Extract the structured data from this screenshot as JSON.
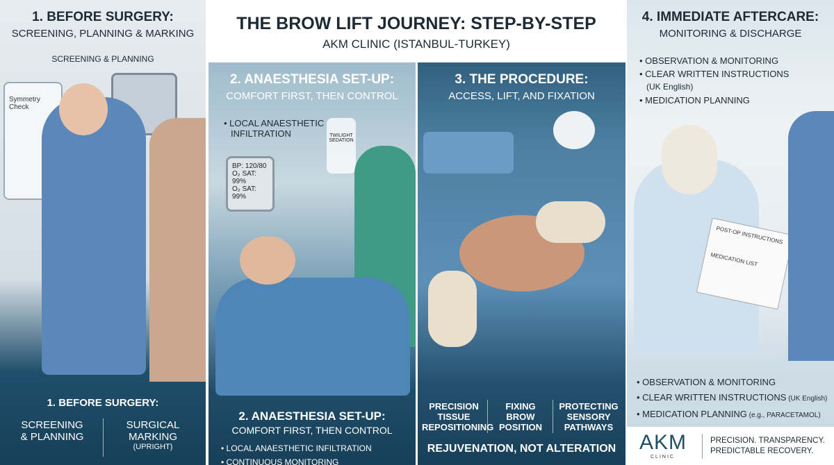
{
  "header": {
    "title": "THE BROW LIFT JOURNEY: STEP-BY-STEP",
    "subtitle": "AKM CLINIC (ISTANBUL-TURKEY)"
  },
  "panel1": {
    "title": "1. BEFORE SURGERY:",
    "subtitle": "SCREENING, PLANNING & MARKING",
    "caption": "SCREENING & PLANNING",
    "clipboard": "Symmetry Check",
    "bottom_title": "1. BEFORE SURGERY:",
    "col1": [
      "SCREENING",
      "& PLANNING"
    ],
    "col2": [
      "SURGICAL",
      "MARKING"
    ],
    "col2_note": "(UPRIGHT)"
  },
  "panel2": {
    "title": "2. ANAESTHESIA SET-UP:",
    "subtitle": "COMFORT FIRST, THEN CONTROL",
    "note": [
      "• LOCAL ANAESTHETIC",
      "INFILTRATION"
    ],
    "monitor": [
      "BP: 120/80",
      "O₂ SAT: 99%",
      "O₂ SAT: 99%"
    ],
    "bag": [
      "TWILIGHT",
      "SEDATION"
    ],
    "bottom_title": "2. ANAESTHESIA SET-UP:",
    "bottom_subtitle": "COMFORT FIRST, THEN CONTROL",
    "bullets": [
      "• LOCAL ANAESTHETIC INFILTRATION",
      "• CONTINUOUS MONITORING"
    ]
  },
  "panel3": {
    "title": "3. THE PROCEDURE:",
    "subtitle": "ACCESS, LIFT, AND FIXATION",
    "cols": [
      [
        "PRECISION",
        "TISSUE",
        "REPOSITIONING"
      ],
      [
        "FIXING",
        "BROW",
        "POSITION"
      ],
      [
        "PROTECTING",
        "SENSORY",
        "PATHWAYS"
      ]
    ],
    "tagline": "REJUVENATION, NOT ALTERATION"
  },
  "panel4": {
    "title": "4. IMMEDIATE AFTERCARE:",
    "subtitle": "MONITORING & DISCHARGE",
    "top_bullets": [
      "• OBSERVATION & MONITORING",
      "• CLEAR WRITTEN INSTRUCTIONS",
      "(UK English)",
      "• MEDICATION PLANNING"
    ],
    "sheet": "POST-OP INSTRUCTIONS",
    "sheet_sub": "MEDICATION LIST",
    "bullets": [
      {
        "main": "• OBSERVATION & MONITORING",
        "note": ""
      },
      {
        "main": "• CLEAR WRITTEN INSTRUCTIONS",
        "note": " (UK English)"
      },
      {
        "main": "• MEDICATION PLANNING",
        "note": " (e.g., PARACETAMOL)"
      }
    ]
  },
  "footer": {
    "logo": "AKM",
    "logo_sub": "CLINIC",
    "tagline": [
      "PRECISION. TRANSPARENCY.",
      "PREDICTABLE RECOVERY."
    ]
  },
  "colors": {
    "navy": "#173f58",
    "scrub_blue": "#5b88b8",
    "teal": "#2f5f7a",
    "text_dark": "#1d2a33"
  }
}
